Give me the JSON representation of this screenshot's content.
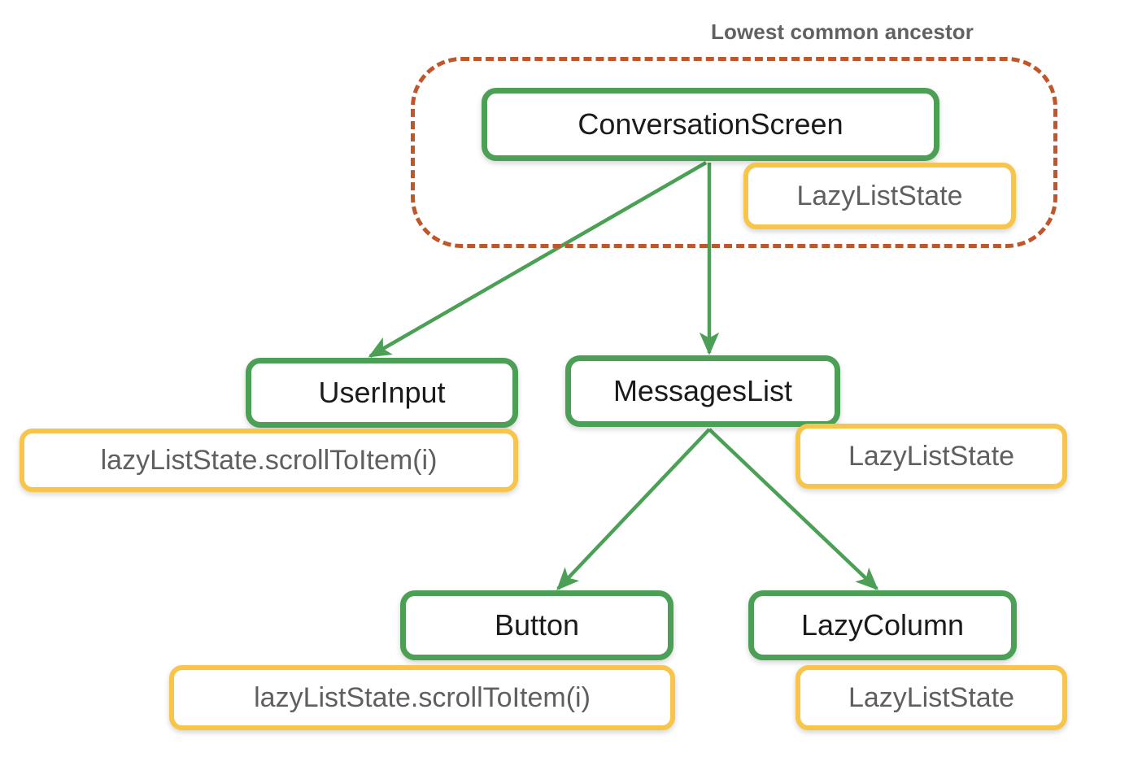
{
  "annotation": {
    "lowest_common_ancestor_label": "Lowest common ancestor"
  },
  "colors": {
    "composable_border": "#4ba055",
    "state_border": "#f7c54a",
    "group_border": "#c0562c",
    "edge": "#4ba055",
    "composable_text": "#1b1b1b",
    "state_text": "#5f5f5f",
    "annotation_text": "#616161",
    "background": "#ffffff"
  },
  "nodes": {
    "conversation_screen": {
      "label": "ConversationScreen",
      "kind": "composable"
    },
    "conversation_screen_state": {
      "label": "LazyListState",
      "kind": "state"
    },
    "user_input": {
      "label": "UserInput",
      "kind": "composable"
    },
    "user_input_state": {
      "label": "lazyListState.scrollToItem(i)",
      "kind": "state"
    },
    "messages_list": {
      "label": "MessagesList",
      "kind": "composable"
    },
    "messages_list_state": {
      "label": "LazyListState",
      "kind": "state"
    },
    "button": {
      "label": "Button",
      "kind": "composable"
    },
    "button_state": {
      "label": "lazyListState.scrollToItem(i)",
      "kind": "state"
    },
    "lazy_column": {
      "label": "LazyColumn",
      "kind": "composable"
    },
    "lazy_column_state": {
      "label": "LazyListState",
      "kind": "state"
    }
  },
  "edges": [
    {
      "from": "conversation_screen",
      "to": "user_input"
    },
    {
      "from": "conversation_screen",
      "to": "messages_list"
    },
    {
      "from": "messages_list",
      "to": "button"
    },
    {
      "from": "messages_list",
      "to": "lazy_column"
    }
  ]
}
